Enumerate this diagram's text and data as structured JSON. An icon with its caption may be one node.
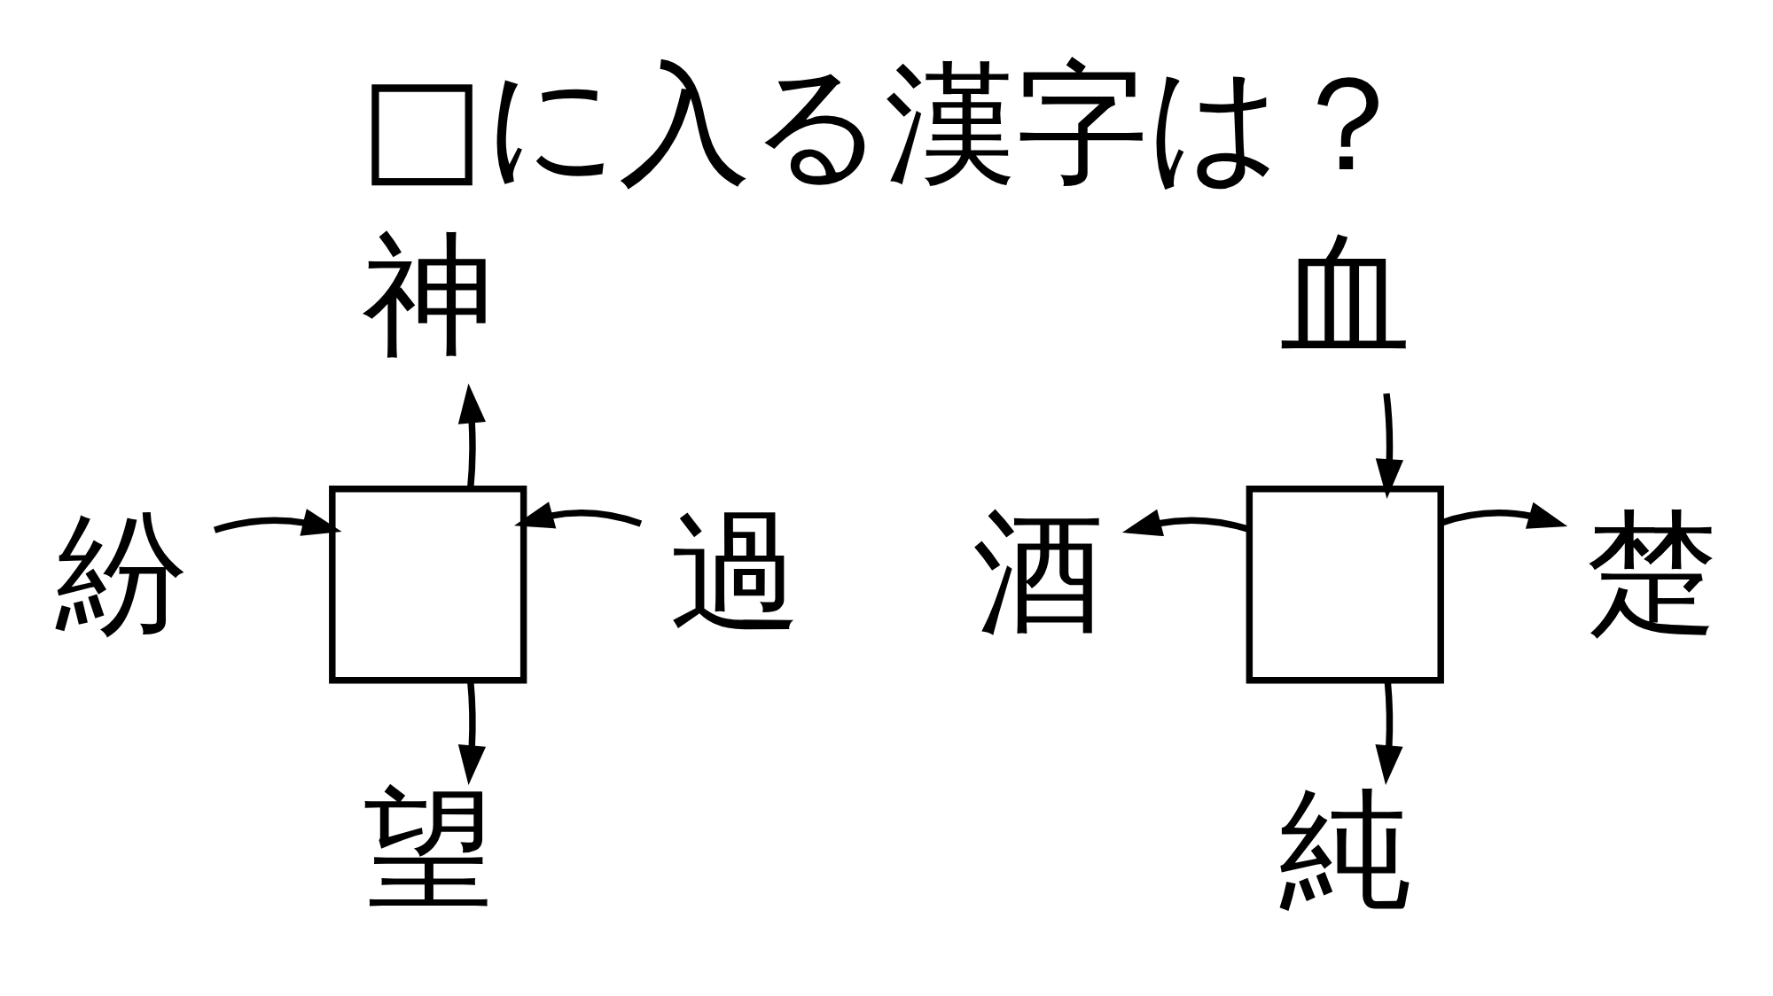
{
  "diagram": {
    "title": "□に入る漢字は？",
    "nodes": [
      {
        "text": [
          "神"
        ]
      },
      {
        "text": [
          "紛"
        ]
      },
      {
        "text": [],
        "shape": "box"
      },
      {
        "text": [
          "過"
        ]
      },
      {
        "text": [
          "望"
        ]
      },
      {
        "text": [
          "血"
        ]
      },
      {
        "text": [
          "酒"
        ]
      },
      {
        "text": [],
        "shape": "box"
      },
      {
        "text": [
          "楚"
        ]
      },
      {
        "text": [
          "純"
        ]
      }
    ],
    "edges": [
      {
        "from": 1,
        "to": 2,
        "arrow": "to"
      },
      {
        "from": 3,
        "to": 2,
        "arrow": "to"
      },
      {
        "from": 2,
        "to": 0,
        "arrow": "to"
      },
      {
        "from": 2,
        "to": 4,
        "arrow": "to"
      },
      {
        "from": 5,
        "to": 7,
        "arrow": "to"
      },
      {
        "from": 7,
        "to": 6,
        "arrow": "to"
      },
      {
        "from": 7,
        "to": 8,
        "arrow": "to"
      },
      {
        "from": 7,
        "to": 9,
        "arrow": "to"
      }
    ]
  }
}
